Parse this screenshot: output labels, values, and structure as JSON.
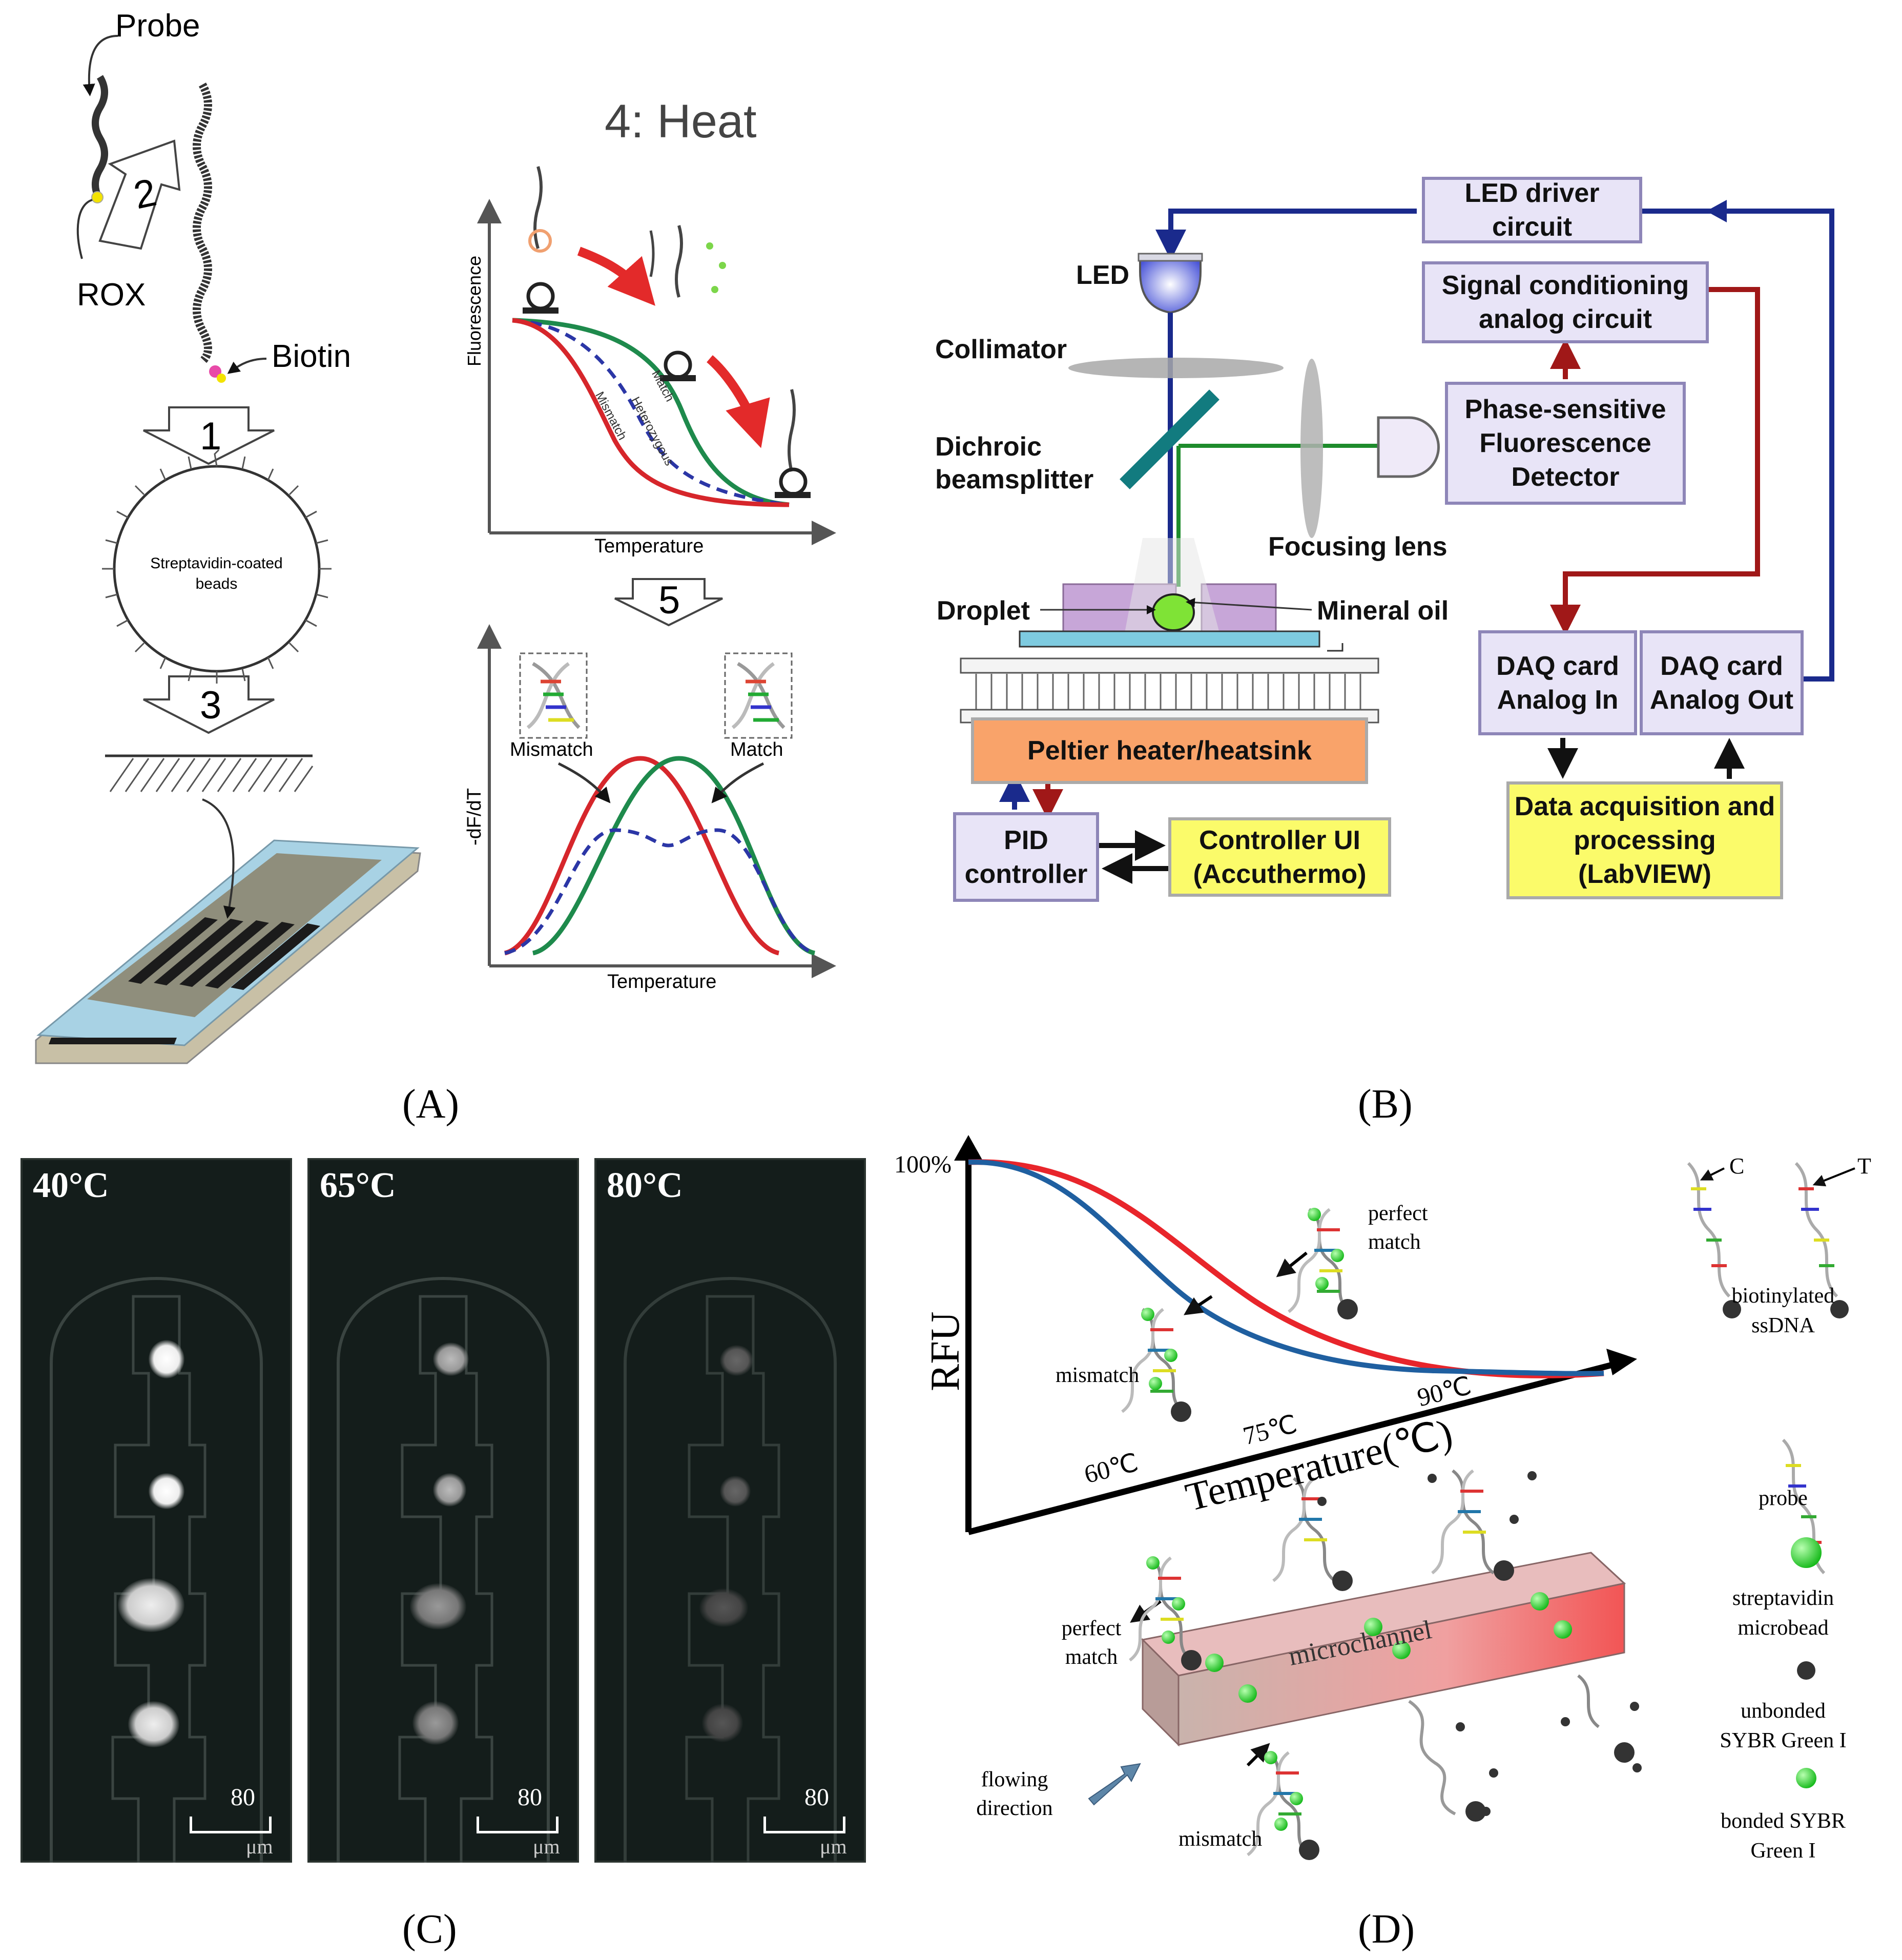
{
  "panels": {
    "A": {
      "label": "(A)",
      "probe": "Probe",
      "rox": "ROX",
      "biotin": "Biotin",
      "beads": "Streptavidin-coated beads",
      "steps": [
        "1",
        "2",
        "3",
        "5"
      ],
      "heat_title": "4: Heat",
      "top_graph": {
        "ylabel": "Fluorescence",
        "xlabel": "Temperature",
        "curve_labels": [
          "Match",
          "Heterozygous",
          "Mismatch"
        ]
      },
      "bottom_graph": {
        "ylabel": "-dF/dT",
        "xlabel": "Temperature",
        "left_label": "Mismatch",
        "right_label": "Match"
      }
    },
    "B": {
      "label": "(B)",
      "boxes": {
        "led_driver": "LED driver circuit",
        "signal_cond": "Signal conditioning analog circuit",
        "detector": "Phase-sensitive Fluorescence Detector",
        "daq_in": "DAQ card Analog In",
        "daq_out": "DAQ card Analog Out",
        "daq_proc": "Data acquisition and processing (LabVIEW)",
        "peltier": "Peltier heater/heatsink",
        "pid": "PID controller",
        "ui": "Controller UI (Accuthermo)"
      },
      "labels": {
        "led": "LED",
        "collimator": "Collimator",
        "dichroic": "Dichroic beamsplitter",
        "focusing": "Focusing lens",
        "droplet": "Droplet",
        "mineral": "Mineral oil"
      }
    },
    "C": {
      "label": "(C)",
      "temps": [
        "40°C",
        "65°C",
        "80°C"
      ],
      "scale_value": "80",
      "scale_unit": "μm",
      "spot_brightness": [
        0.95,
        0.55,
        0.28
      ]
    },
    "D": {
      "label": "(D)",
      "graph": {
        "y_label": "RFU",
        "y_max": "100%",
        "x_label": "Temperature(℃)",
        "x_ticks": [
          "60℃",
          "75℃",
          "90℃"
        ],
        "curves": [
          {
            "name": "perfect match",
            "color": "#e8252b"
          },
          {
            "name": "mismatch",
            "color": "#1f5fa0"
          }
        ]
      },
      "annotations": {
        "perfect_match": "perfect match",
        "mismatch": "mismatch",
        "microchannel": "microchannel",
        "flowing": "flowing direction",
        "perfect_match_2": "perfect match",
        "mismatch_2": "mismatch"
      },
      "legend": [
        {
          "text": "biotinylated ssDNA",
          "marks": [
            "C",
            "T"
          ]
        },
        {
          "text": "probe"
        },
        {
          "text": "streptavidin microbead"
        },
        {
          "text": "unbonded SYBR Green I"
        },
        {
          "text": "bonded SYBR Green I"
        }
      ]
    }
  }
}
